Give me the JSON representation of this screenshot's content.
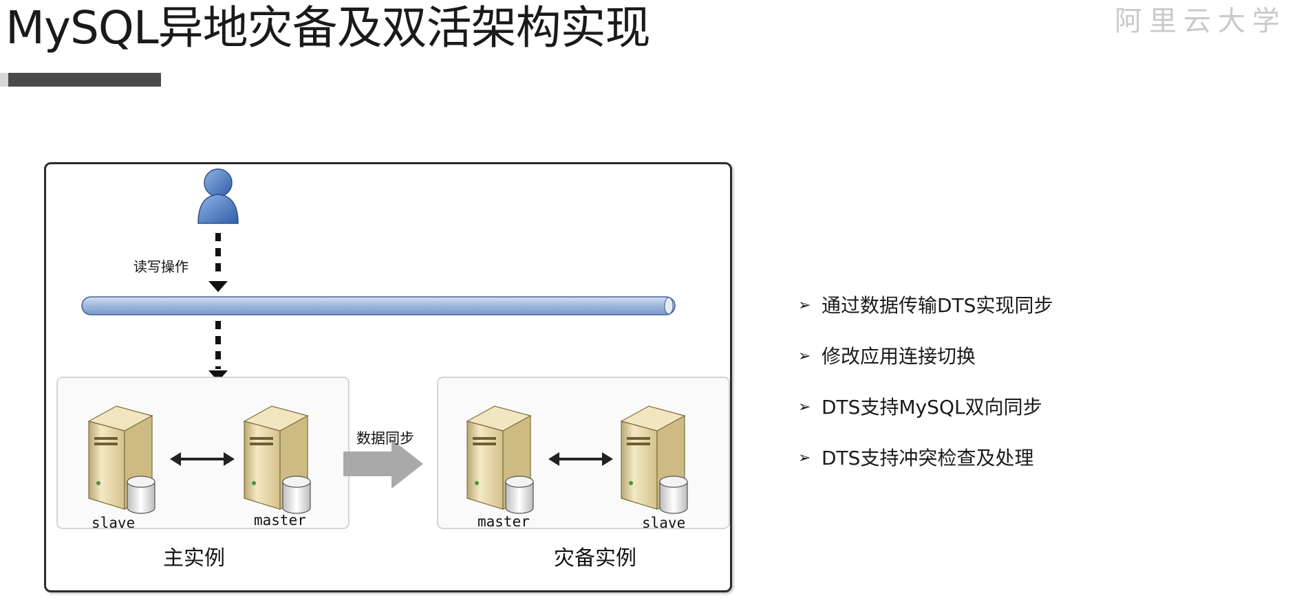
{
  "slide": {
    "title": "MySQL异地灾备及双活架构实现",
    "brand": "阿里云大学"
  },
  "diagram": {
    "operation_label": "读写操作",
    "sync_label": "数据同步",
    "primary_group": {
      "title": "主实例",
      "servers": [
        "slave",
        "master"
      ]
    },
    "standby_group": {
      "title": "灾备实例",
      "servers": [
        "master",
        "slave"
      ]
    }
  },
  "bullets": [
    {
      "marker": "➢",
      "text": "通过数据传输DTS实现同步"
    },
    {
      "marker": "➢",
      "text": "修改应用连接切换"
    },
    {
      "marker": "➢",
      "text": "DTS支持MySQL双向同步"
    },
    {
      "marker": "➢",
      "text": "DTS支持冲突检查及处理"
    }
  ],
  "colors": {
    "user": "#4a7ac0",
    "bus": "#a9bfe0",
    "server": "#e7d8a8",
    "sync_arrow": "#a8a8a8"
  }
}
